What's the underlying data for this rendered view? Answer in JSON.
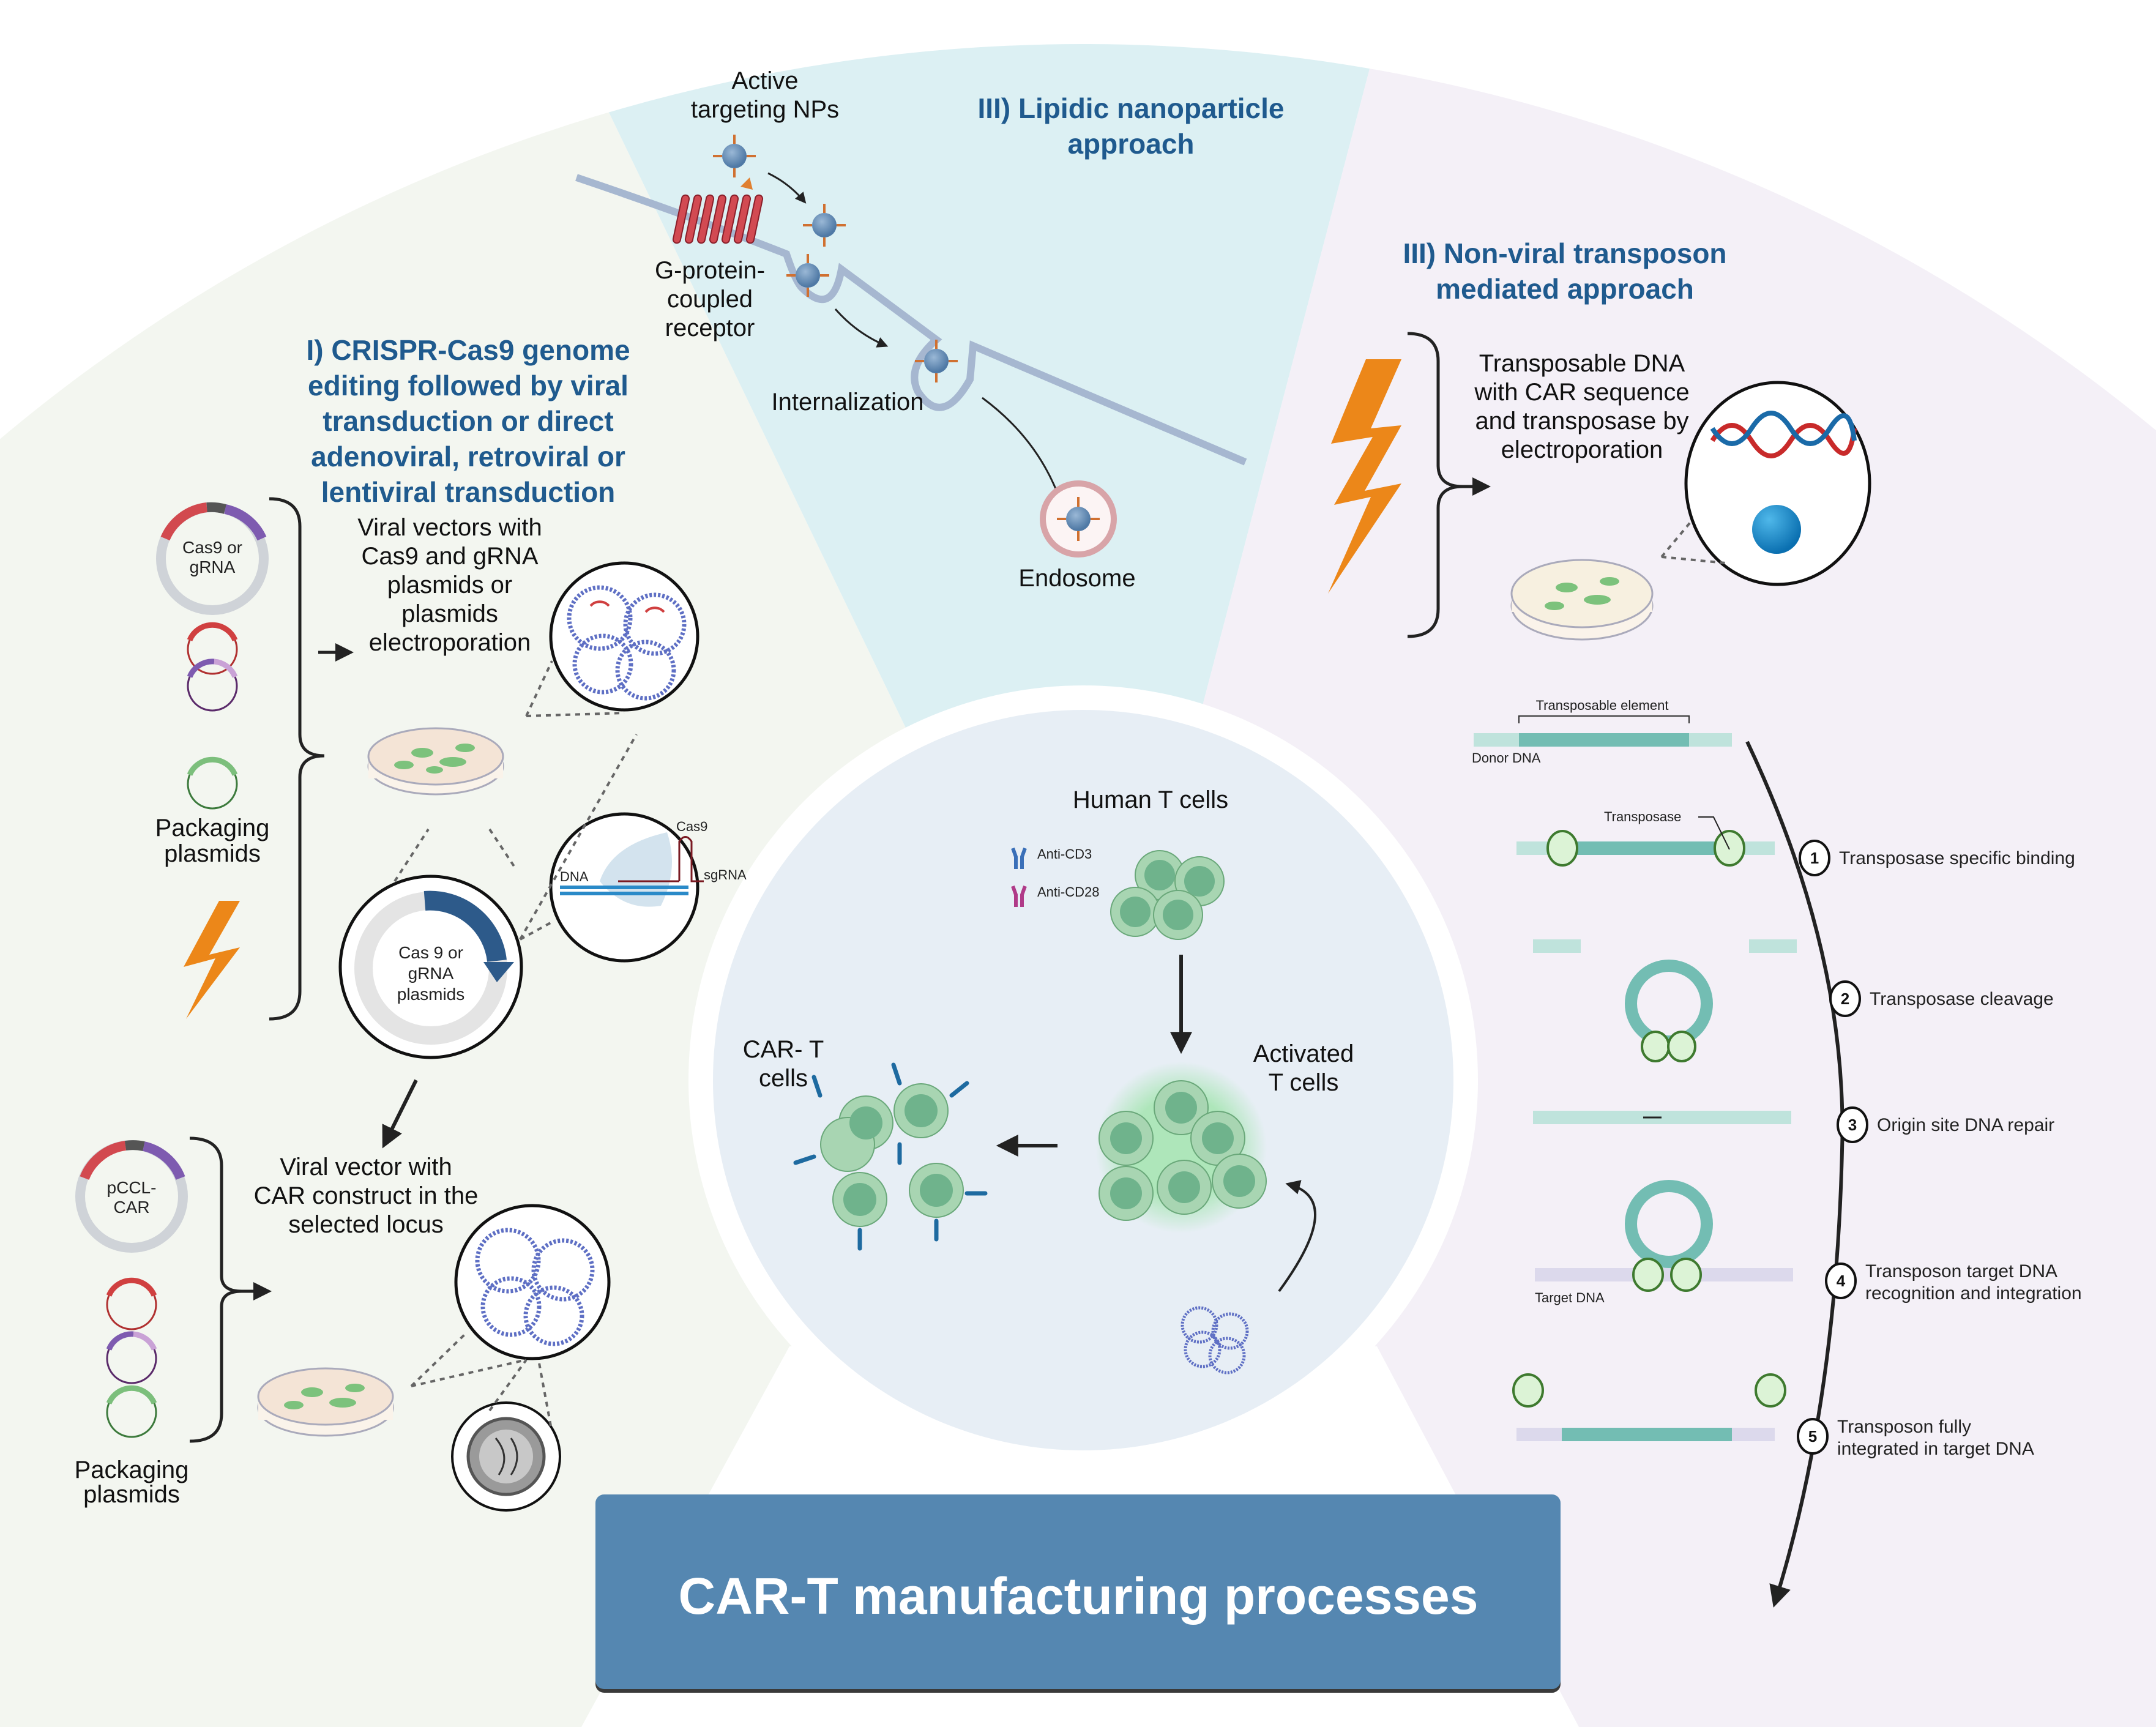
{
  "title": "CAR-T  manufacturing processes",
  "colors": {
    "sector_crispr": "#f3f6f0",
    "sector_lnp": "#dcf0f3",
    "sector_transposon": "#f4f0f7",
    "center_circle": "#e7eef5",
    "heading_blue": "#1f5a8e",
    "title_box": "#5587b1",
    "lightning": "#ec8719",
    "transposon_teal": "#73bdb3",
    "transposon_light": "#bfe3dc",
    "target_dna": "#dcd9ec",
    "transposase_fill": "#dcf3d6",
    "transposase_stroke": "#3e7a2f",
    "cell_green": "#a8d5b2",
    "cell_nucleus": "#6fb38c"
  },
  "crispr_section": {
    "heading": [
      "I) CRISPR-Cas9 genome",
      "editing followed by viral",
      "transduction or direct",
      "adenoviral, retroviral or",
      "lentiviral transduction"
    ],
    "plasmid_main_label": [
      "Cas9 or",
      "gRNA"
    ],
    "packaging_label": [
      "Packaging",
      "plasmids"
    ],
    "step_text": [
      "Viral vectors with",
      "Cas9 and gRNA",
      "plasmids or",
      "plasmids",
      "electroporation"
    ],
    "cas9_circle_label": [
      "Cas 9 or",
      "gRNA",
      "plasmids"
    ],
    "crispr_inset": {
      "dna": "DNA",
      "cas9": "Cas9",
      "sgrna": "sgRNA"
    },
    "car_plasmid_label": [
      "pCCL-",
      "CAR"
    ],
    "packaging_label_2": [
      "Packaging",
      "plasmids"
    ],
    "car_step_text": [
      "Viral vector with",
      "CAR construct in the",
      "selected locus"
    ]
  },
  "lnp_section": {
    "heading": [
      "III) Lipidic nanoparticle",
      "approach"
    ],
    "active_np": [
      "Active",
      "targeting NPs"
    ],
    "gpcr": [
      "G-protein-",
      "coupled",
      "receptor"
    ],
    "internalization": "Internalization",
    "endosome": "Endosome"
  },
  "transposon_section": {
    "heading": [
      "III) Non-viral transposon",
      "mediated approach"
    ],
    "step_text": [
      "Transposable DNA",
      "with CAR sequence",
      "and transposase by",
      "electroporation"
    ],
    "transposable_element": "Transposable element",
    "donor_dna": "Donor DNA",
    "transposase": "Transposase",
    "target_dna": "Target DNA",
    "steps": [
      {
        "num": "1",
        "lines": [
          "Transposase specific binding"
        ]
      },
      {
        "num": "2",
        "lines": [
          "Transposase cleavage"
        ]
      },
      {
        "num": "3",
        "lines": [
          "Origin site DNA repair"
        ]
      },
      {
        "num": "4",
        "lines": [
          "Transposon target DNA",
          "recognition and integration"
        ]
      },
      {
        "num": "5",
        "lines": [
          "Transposon fully",
          "integrated in target DNA"
        ]
      }
    ]
  },
  "center": {
    "human_t_cells": "Human T cells",
    "anti_cd3": "Anti-CD3",
    "anti_cd28": "Anti-CD28",
    "activated": [
      "Activated",
      "T cells"
    ],
    "car_t": [
      "CAR- T",
      "cells"
    ]
  }
}
